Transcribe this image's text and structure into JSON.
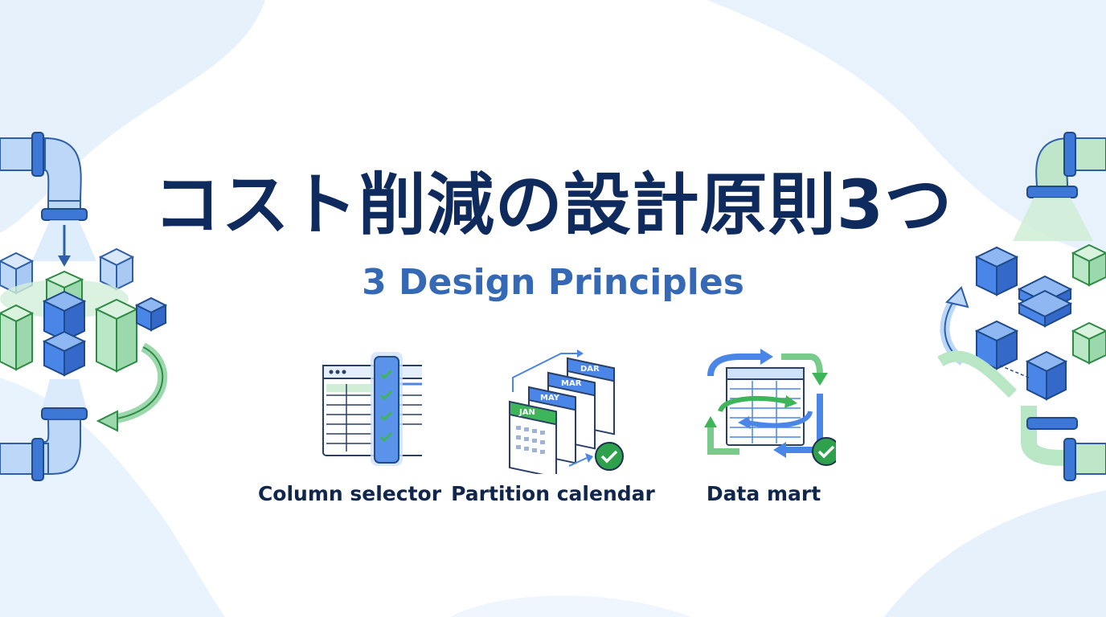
{
  "title_jp": "コスト削減の設計原則3つ",
  "title_en": "3 Design Principles",
  "principles": [
    {
      "label": "Column selector",
      "icon": "column-selector-icon"
    },
    {
      "label": "Partition calendar",
      "icon": "partition-calendar-icon",
      "month_labels": [
        "JAN",
        "MAY",
        "MAR",
        "DAR"
      ]
    },
    {
      "label": "Data mart",
      "icon": "data-mart-icon"
    }
  ],
  "colors": {
    "navy": "#0f2a5c",
    "accent_blue": "#3568b5",
    "icon_blue": "#4a86e8",
    "icon_green": "#3fb55a",
    "light_blue": "#d6e8fb",
    "light_green": "#cfeed5"
  },
  "decorations": [
    "left-pipeline-illustration",
    "right-pipeline-illustration"
  ]
}
